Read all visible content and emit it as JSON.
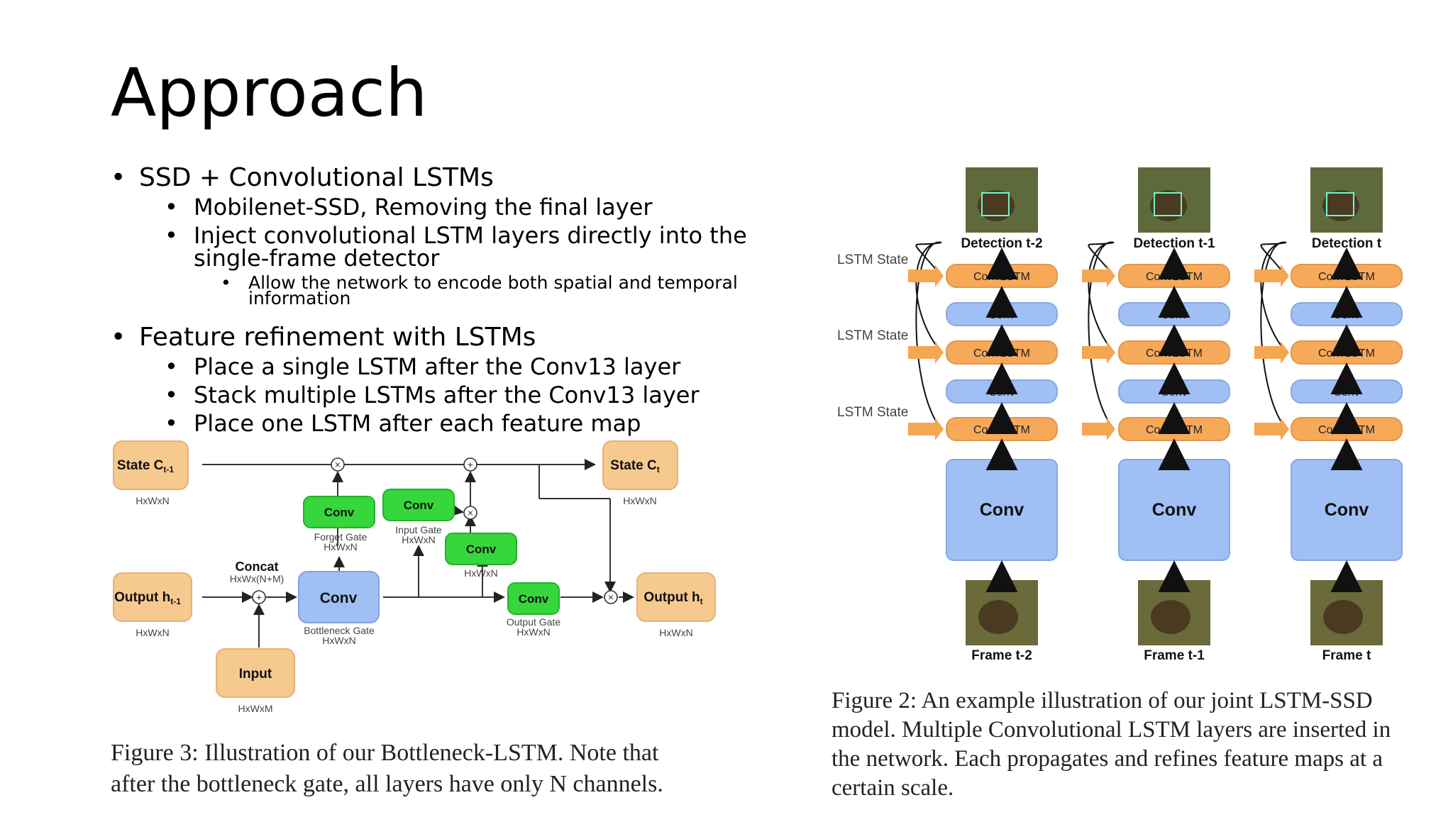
{
  "slide": {
    "title": "Approach",
    "bullets": {
      "b1": "SSD + Convolutional LSTMs",
      "b1_1": "Mobilenet-SSD, Removing the final layer",
      "b1_2": "Inject convolutional LSTM layers directly into the single-frame detector",
      "b1_2_1": "Allow the network to encode both spatial and temporal information",
      "b2": "Feature refinement with LSTMs",
      "b2_1": "Place a single LSTM after the Conv13 layer",
      "b2_2": "Stack multiple LSTMs after the Conv13 layer",
      "b2_3": "Place one LSTM after each feature map"
    }
  },
  "fig3": {
    "state_prev": "State C",
    "state_prev_sub": "t-1",
    "state_cur": "State C",
    "state_cur_sub": "t",
    "output_prev": "Output h",
    "output_prev_sub": "t-1",
    "output_cur": "Output h",
    "output_cur_sub": "t",
    "input": "Input",
    "conv": "Conv",
    "concat": "Concat",
    "concat_dim": "HxWx(N+M)",
    "dim_hwn": "HxWxN",
    "dim_hwm": "HxWxM",
    "forget_gate": "Forget Gate",
    "input_gate": "Input Gate",
    "output_gate": "Output Gate",
    "bottleneck_gate": "Bottleneck Gate",
    "caption_line1": "Figure 3:  Illustration of our Bottleneck-LSTM. Note that",
    "caption_line2": "after the bottleneck gate, all layers have only N channels."
  },
  "fig2": {
    "lstm_state": "LSTM State",
    "convlstm": "ConvLSTM",
    "conv": "Conv",
    "detections": [
      "Detection t-2",
      "Detection t-1",
      "Detection t"
    ],
    "frames": [
      "Frame t-2",
      "Frame t-1",
      "Frame t"
    ],
    "caption_line1": "Figure 2:  An example illustration of our joint LSTM-SSD",
    "caption_line2": "model. Multiple Convolutional LSTM layers are inserted in",
    "caption_line3": "the network.  Each propagates and refines feature maps at a",
    "caption_line4": "certain scale."
  },
  "colors": {
    "orange": "#f6c98e",
    "orange_lstm": "#f7a95a",
    "green": "#36d63c",
    "blue": "#9fbff5",
    "arrow_orange": "#f5a650"
  }
}
